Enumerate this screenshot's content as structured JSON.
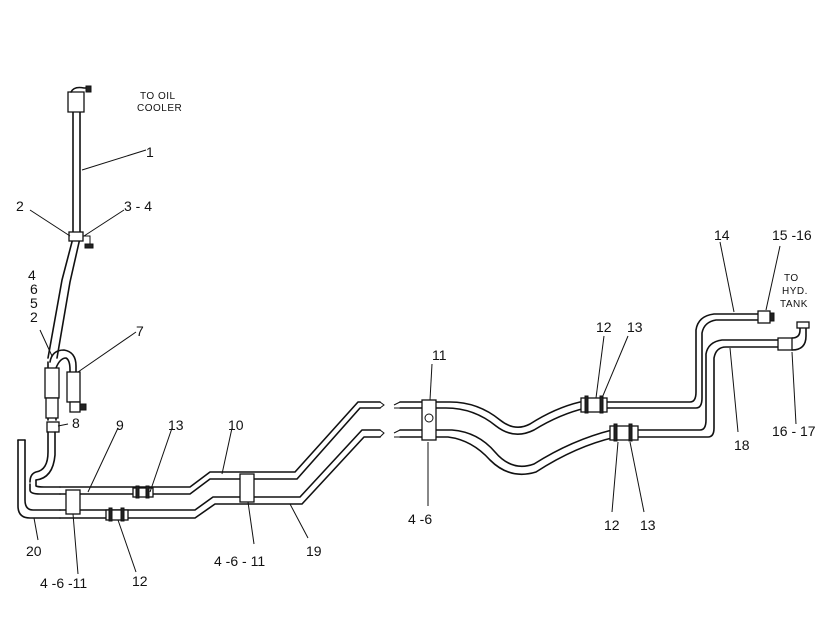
{
  "notes": {
    "oil_cooler_line1": "TO OIL",
    "oil_cooler_line2": "COOLER",
    "tank_line1": "TO",
    "tank_line2": "HYD.",
    "tank_line3": "TANK"
  },
  "callouts": {
    "c1": "1",
    "c2": "2",
    "c3_4": "3 - 4",
    "c4a": "4",
    "c6a": "6",
    "c5a": "5",
    "c2b": "2",
    "c7": "7",
    "c8": "8",
    "c9": "9",
    "c13a": "13",
    "c10": "10",
    "c20": "20",
    "c4_6_11a": "4 -6 -11",
    "c12a": "12",
    "c4_6_11b": "4 -6 - 11",
    "c19": "19",
    "c11": "11",
    "c4_6": "4 -6",
    "c12b": "12",
    "c13b": "13",
    "c12c": "12",
    "c13c": "13",
    "c14": "14",
    "c15_16": "15 -16",
    "c18": "18",
    "c16_17": "16 - 17"
  }
}
